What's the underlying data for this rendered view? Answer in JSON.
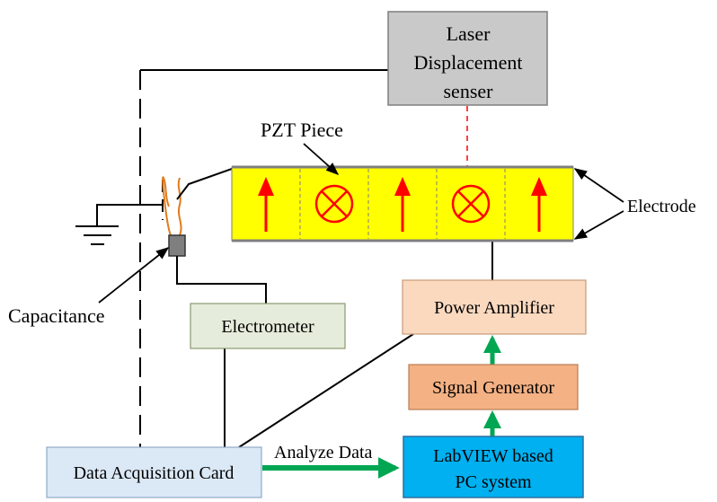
{
  "labels": {
    "laser_line1": "Laser",
    "laser_line2": "Displacement",
    "laser_line3": "senser",
    "pzt_piece": "PZT Piece",
    "electrode": "Electrode",
    "capacitance": "Capacitance",
    "electrometer": "Electrometer",
    "power_amplifier": "Power Amplifier",
    "signal_generator": "Signal Generator",
    "labview_line1": "LabVIEW based",
    "labview_line2": "PC system",
    "daq": "Data Acquisition Card",
    "analyze_data": "Analyze Data"
  },
  "colors": {
    "laser_box": "#c9c9c9",
    "pzt_fill": "#ffff00",
    "pzt_arrow": "#ff0000",
    "electrometer_box": "#e6ecdb",
    "power_amp_box": "#fad9bf",
    "signal_gen_box": "#f4b183",
    "labview_box": "#00b0f0",
    "daq_box": "#dbe8f6",
    "flow_arrow": "#00a651",
    "laser_beam": "#ff0000",
    "wire_orange": "#e07b1c"
  },
  "pzt_segments": [
    "up-arrow",
    "cross-circle",
    "up-arrow",
    "cross-circle",
    "up-arrow"
  ]
}
